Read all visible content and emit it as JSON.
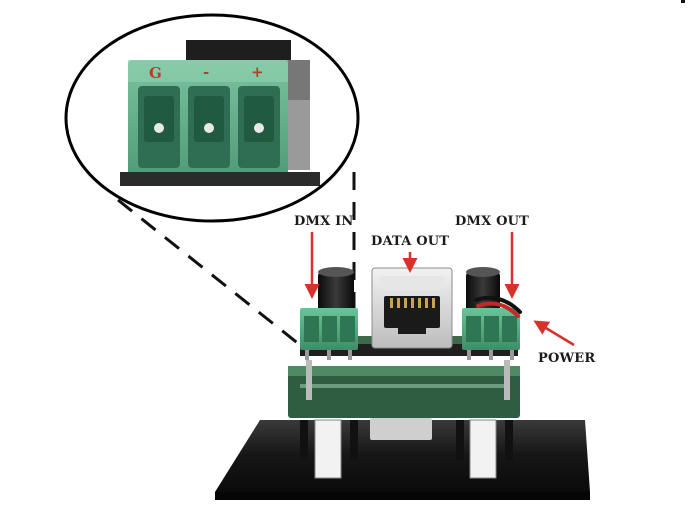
{
  "callouts": {
    "dmx_in": "DMX IN",
    "data_out": "DATA OUT",
    "dmx_out": "DMX OUT",
    "power": "POWER"
  },
  "zoom_pins": {
    "g": "G",
    "minus": "-",
    "plus": "+"
  },
  "colors": {
    "arrow": "#d6322b",
    "terminal_green": "#4fa27c",
    "pcb_green": "#3b6b4a",
    "base_plate": "#1c1c1c"
  }
}
